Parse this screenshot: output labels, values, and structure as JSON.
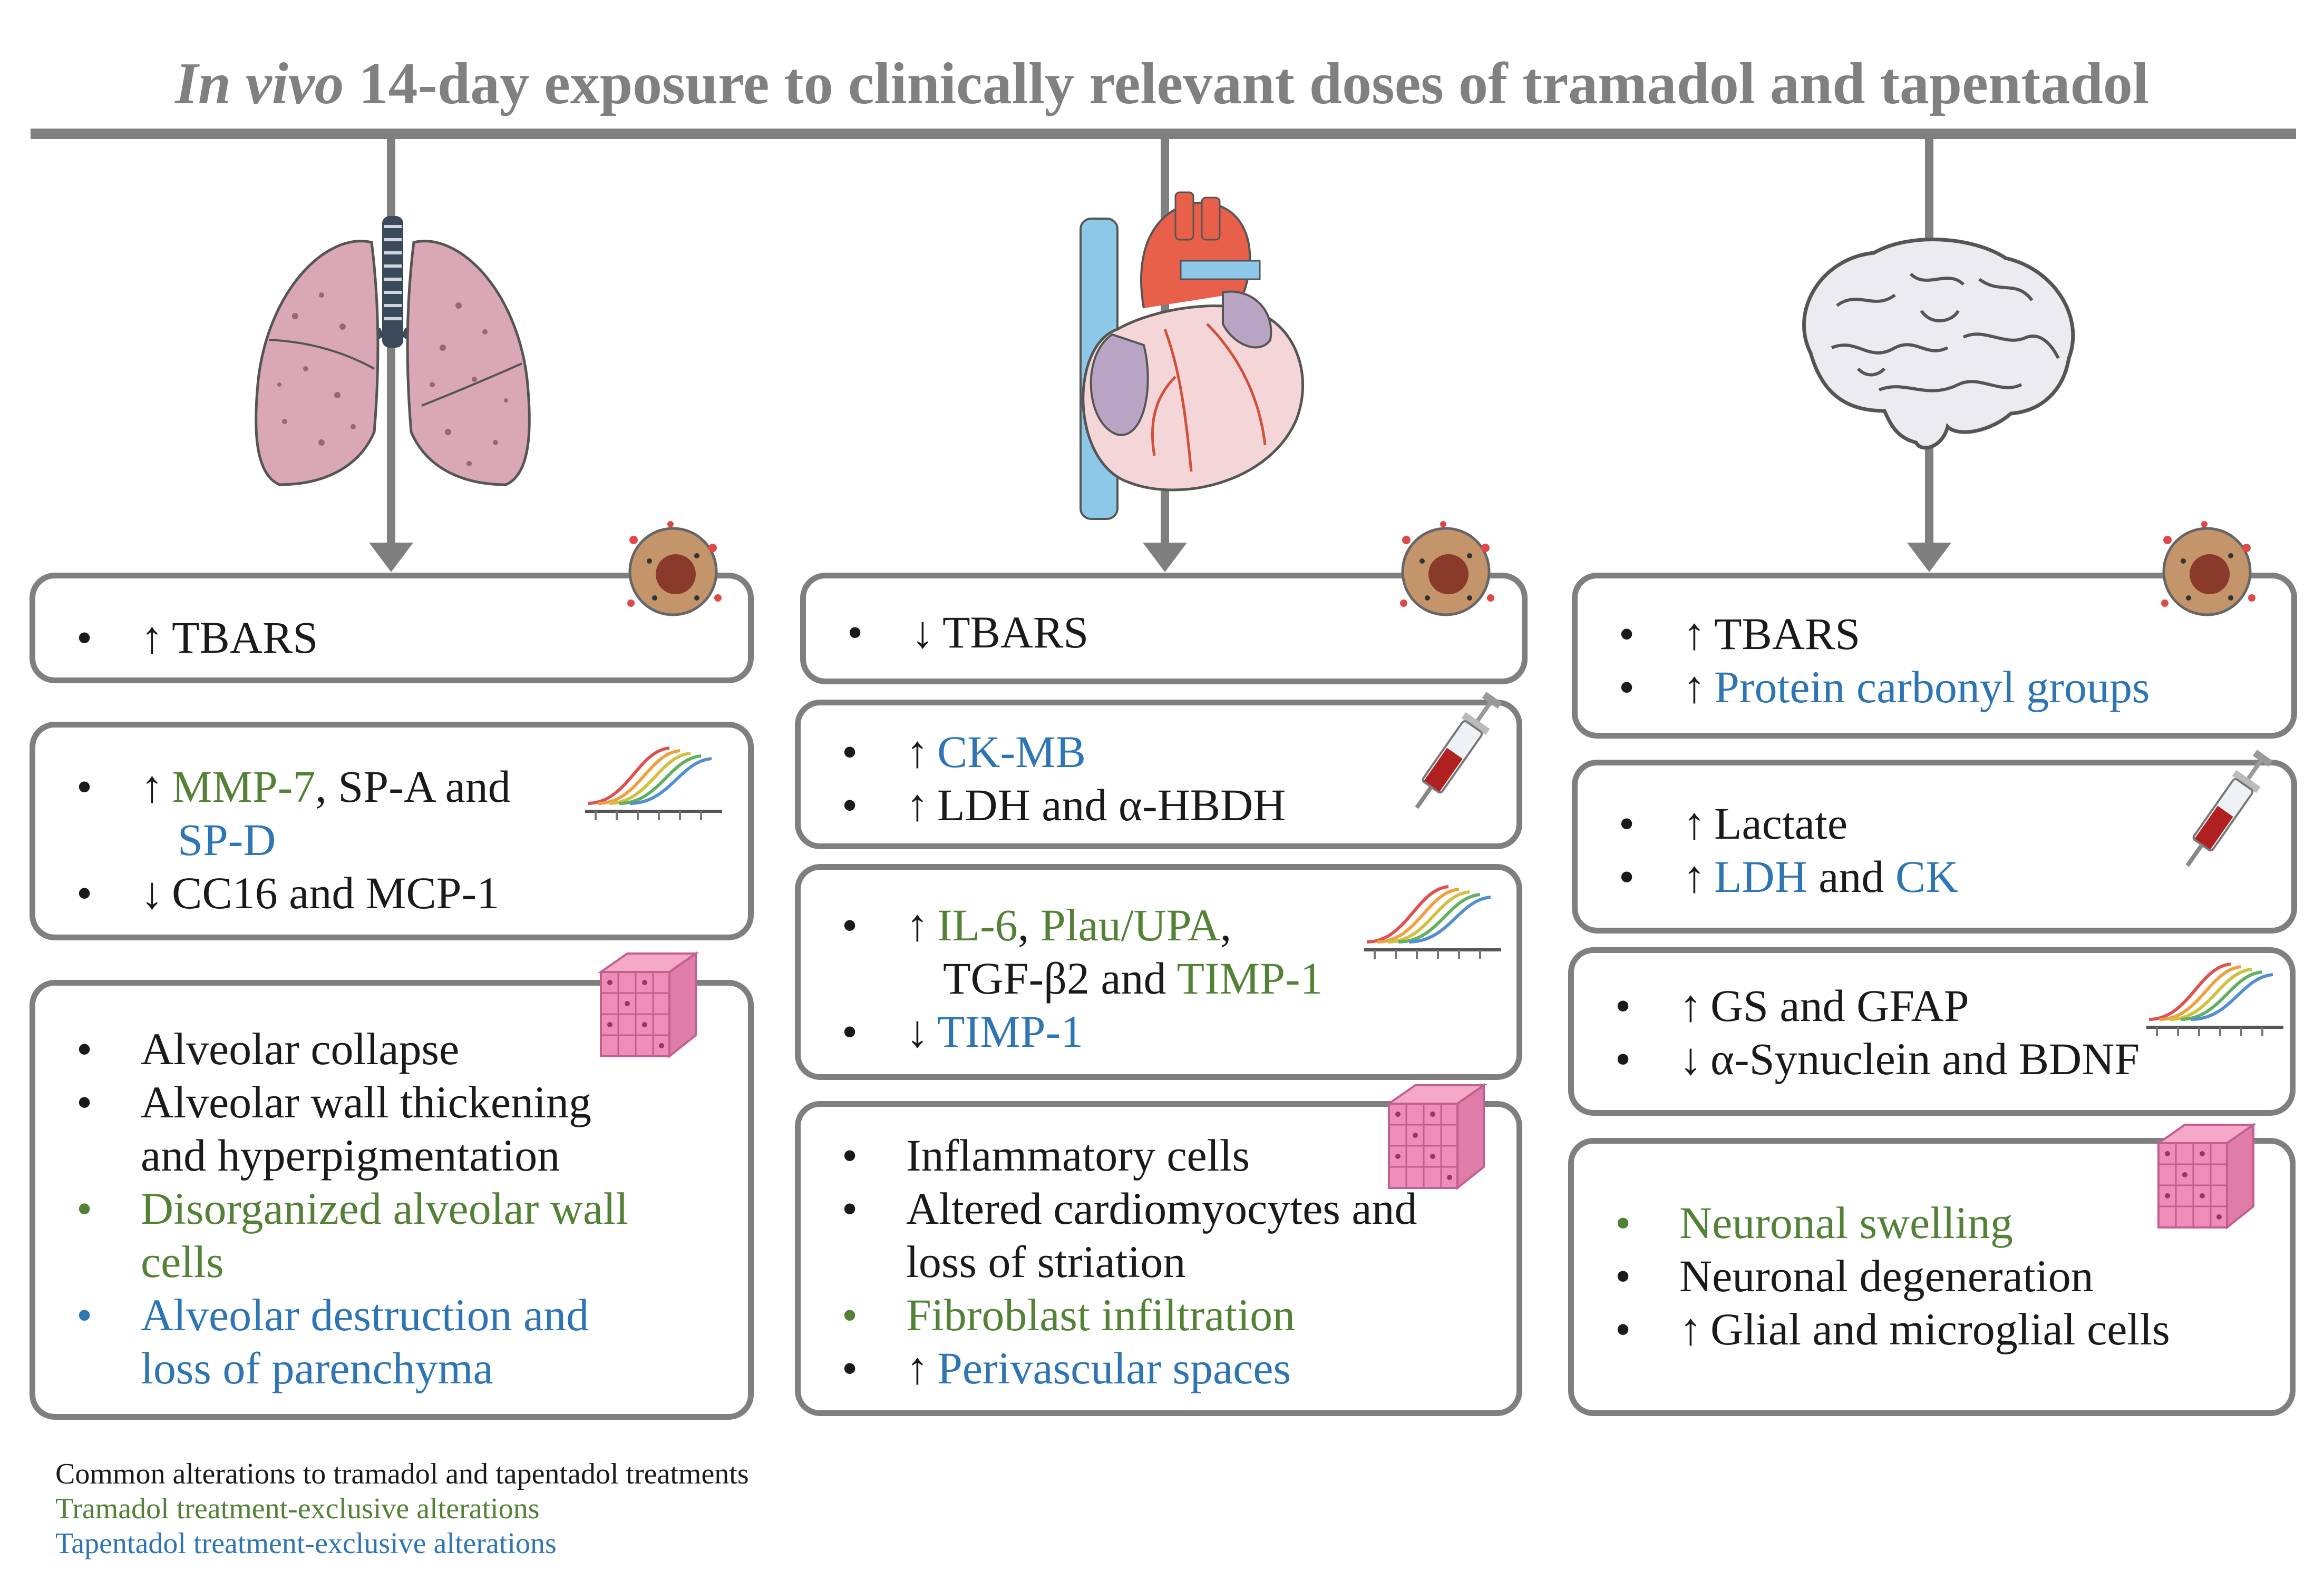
{
  "title": {
    "italic": "In vivo",
    "rest": " 14-day exposure to clinically relevant doses of tramadol and tapentadol"
  },
  "colors": {
    "common": "#1a1a1a",
    "tramadol": "#538135",
    "tapentadol": "#2e75b6",
    "frame": "#7f7f7f"
  },
  "columns": [
    {
      "organ": "lungs-icon",
      "boxes": [
        {
          "icon": "oxidative-cell-icon",
          "items": [
            {
              "arrow": "↑",
              "parts": [
                {
                  "t": "TBARS",
                  "c": "common"
                }
              ]
            }
          ]
        },
        {
          "icon": "gene-expression-icon",
          "items": [
            {
              "arrow": "↑",
              "parts": [
                {
                  "t": "MMP-7",
                  "c": "tram"
                },
                {
                  "t": ", SP-A and",
                  "c": "common"
                }
              ]
            },
            {
              "arrow": "",
              "bullet": false,
              "parts": [
                {
                  "t": "SP-D",
                  "c": "tap"
                }
              ]
            },
            {
              "arrow": "↓",
              "parts": [
                {
                  "t": "CC16 and MCP-1",
                  "c": "common"
                }
              ]
            }
          ]
        },
        {
          "icon": "tissue-icon",
          "items": [
            {
              "color": "common",
              "parts": [
                {
                  "t": "Alveolar collapse",
                  "c": "common"
                }
              ]
            },
            {
              "color": "common",
              "parts": [
                {
                  "t": "Alveolar wall thickening",
                  "c": "common"
                }
              ]
            },
            {
              "color": "common",
              "bullet": false,
              "parts": [
                {
                  "t": "and hyperpigmentation",
                  "c": "common"
                }
              ]
            },
            {
              "color": "tram",
              "parts": [
                {
                  "t": "Disorganized alveolar wall",
                  "c": "tram"
                }
              ]
            },
            {
              "color": "tram",
              "bullet": false,
              "parts": [
                {
                  "t": "cells",
                  "c": "tram"
                }
              ]
            },
            {
              "color": "tap",
              "parts": [
                {
                  "t": "Alveolar destruction and",
                  "c": "tap"
                }
              ]
            },
            {
              "color": "tap",
              "bullet": false,
              "parts": [
                {
                  "t": "loss of parenchyma",
                  "c": "tap"
                }
              ]
            }
          ]
        }
      ]
    },
    {
      "organ": "heart-icon",
      "boxes": [
        {
          "icon": "oxidative-cell-icon",
          "items": [
            {
              "arrow": "↓",
              "parts": [
                {
                  "t": "TBARS",
                  "c": "common"
                }
              ]
            }
          ]
        },
        {
          "icon": "syringe-icon",
          "items": [
            {
              "arrow": "↑",
              "parts": [
                {
                  "t": "CK-MB",
                  "c": "tap"
                }
              ]
            },
            {
              "arrow": "↑",
              "parts": [
                {
                  "t": "LDH and α-HBDH",
                  "c": "common"
                }
              ]
            }
          ]
        },
        {
          "icon": "gene-expression-icon",
          "items": [
            {
              "arrow": "↑",
              "parts": [
                {
                  "t": "IL-6",
                  "c": "tram"
                },
                {
                  "t": ", ",
                  "c": "common"
                },
                {
                  "t": "Plau/UPA",
                  "c": "tram"
                },
                {
                  "t": ",",
                  "c": "common"
                }
              ]
            },
            {
              "arrow": "",
              "bullet": false,
              "parts": [
                {
                  "t": "TGF-β2 and ",
                  "c": "common"
                },
                {
                  "t": "TIMP-1",
                  "c": "tram"
                }
              ]
            },
            {
              "arrow": "↓",
              "parts": [
                {
                  "t": "TIMP-1",
                  "c": "tap"
                }
              ]
            }
          ]
        },
        {
          "icon": "tissue-icon",
          "items": [
            {
              "color": "common",
              "parts": [
                {
                  "t": "Inflammatory cells",
                  "c": "common"
                }
              ]
            },
            {
              "color": "common",
              "parts": [
                {
                  "t": "Altered cardiomyocytes and",
                  "c": "common"
                }
              ]
            },
            {
              "color": "common",
              "bullet": false,
              "parts": [
                {
                  "t": "loss of striation",
                  "c": "common"
                }
              ]
            },
            {
              "color": "tram",
              "parts": [
                {
                  "t": "Fibroblast infiltration",
                  "c": "tram"
                }
              ]
            },
            {
              "color": "common",
              "arrow": "↑",
              "parts": [
                {
                  "t": "Perivascular spaces",
                  "c": "tap"
                }
              ]
            }
          ]
        }
      ]
    },
    {
      "organ": "brain-icon",
      "boxes": [
        {
          "icon": "oxidative-cell-icon",
          "items": [
            {
              "arrow": "↑",
              "parts": [
                {
                  "t": "TBARS",
                  "c": "common"
                }
              ]
            },
            {
              "arrow": "↑",
              "parts": [
                {
                  "t": "Protein carbonyl groups",
                  "c": "tap"
                }
              ]
            }
          ]
        },
        {
          "icon": "syringe-icon",
          "items": [
            {
              "arrow": "↑",
              "parts": [
                {
                  "t": "Lactate",
                  "c": "common"
                }
              ]
            },
            {
              "arrow": "↑",
              "parts": [
                {
                  "t": "LDH",
                  "c": "tap"
                },
                {
                  "t": " and ",
                  "c": "common"
                },
                {
                  "t": "CK",
                  "c": "tap"
                }
              ]
            }
          ]
        },
        {
          "icon": "gene-expression-icon",
          "items": [
            {
              "arrow": "↑",
              "parts": [
                {
                  "t": "GS and GFAP",
                  "c": "common"
                }
              ]
            },
            {
              "arrow": "↓",
              "parts": [
                {
                  "t": "α-Synuclein and BDNF",
                  "c": "common"
                }
              ]
            }
          ]
        },
        {
          "icon": "tissue-icon",
          "items": [
            {
              "color": "tram",
              "parts": [
                {
                  "t": "Neuronal swelling",
                  "c": "tram"
                }
              ]
            },
            {
              "color": "common",
              "parts": [
                {
                  "t": "Neuronal degeneration",
                  "c": "common"
                }
              ]
            },
            {
              "color": "common",
              "arrow": "↑",
              "parts": [
                {
                  "t": "Glial and microglial cells",
                  "c": "common"
                }
              ]
            }
          ]
        }
      ]
    }
  ],
  "legend": {
    "common": "Common alterations to tramadol and tapentadol treatments",
    "tramadol": "Tramadol treatment-exclusive alterations",
    "tapentadol": "Tapentadol treatment-exclusive alterations"
  }
}
